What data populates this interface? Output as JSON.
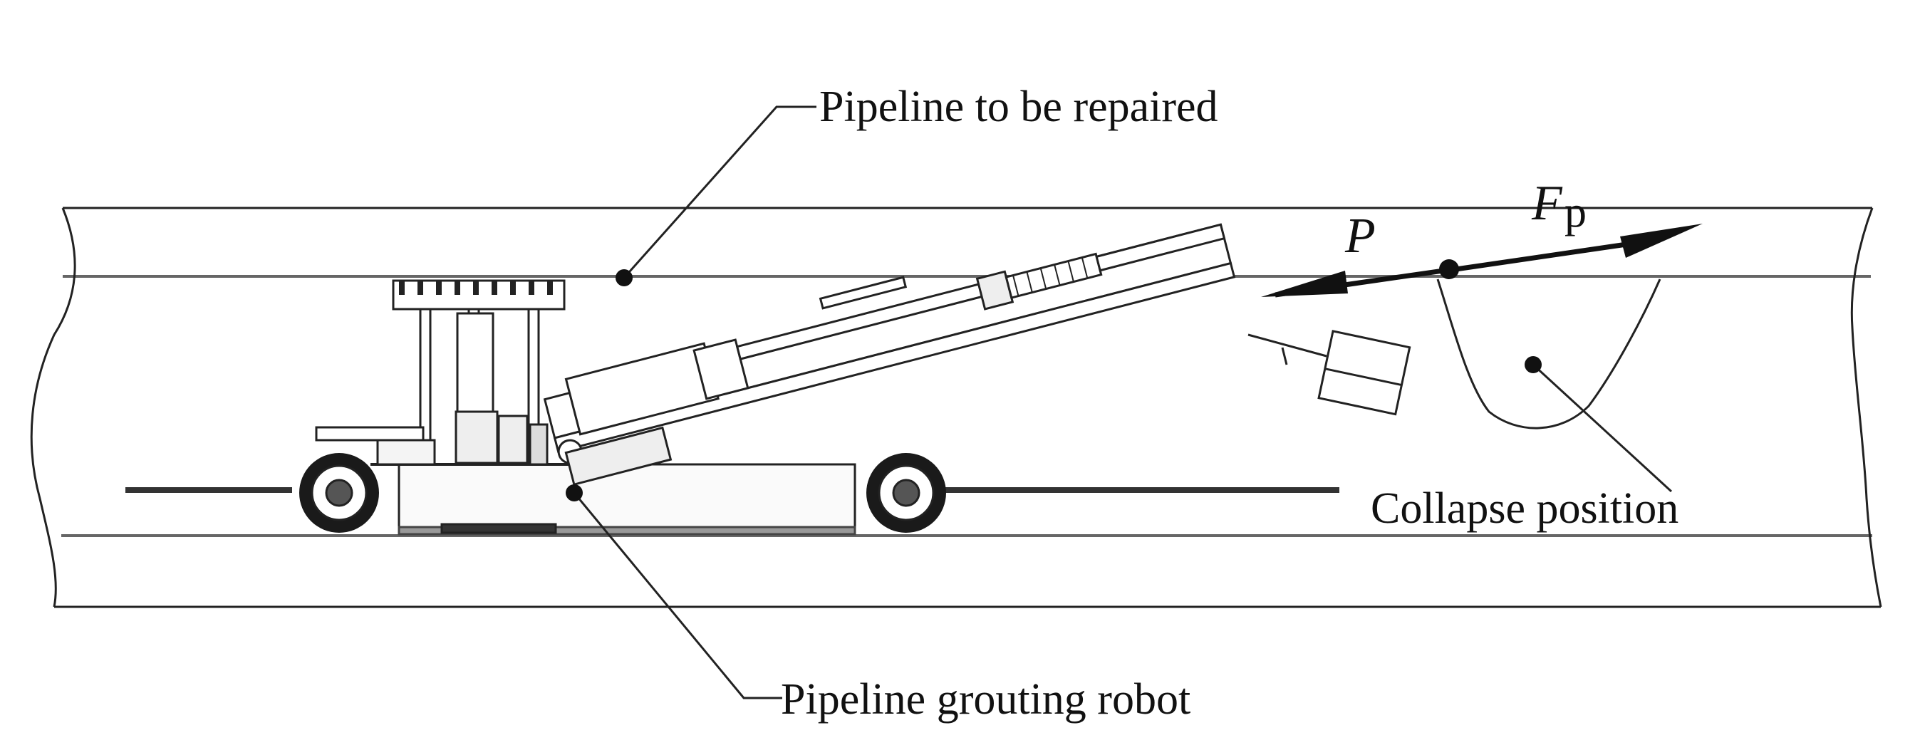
{
  "labels": {
    "pipeline": "Pipeline to be repaired",
    "robot": "Pipeline grouting robot",
    "collapse": "Collapse position"
  },
  "forces": {
    "p_symbol": "P",
    "f_symbol": "F",
    "f_subscript": "p"
  },
  "colors": {
    "ink": "#111111",
    "background": "#ffffff"
  }
}
